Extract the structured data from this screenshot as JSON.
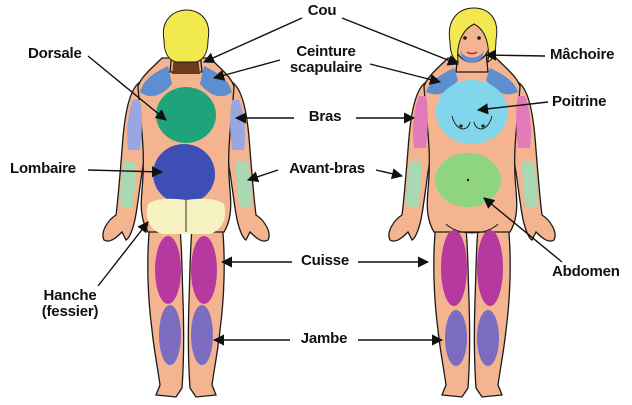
{
  "colors": {
    "skin": "#f3b48f",
    "hair": "#f2e84f",
    "cou": "#6b3b1e",
    "ceinture": "#5d8fd0",
    "dorsale": "#1ea37a",
    "lombaire": "#3d4fb5",
    "bras": "#9aa6df",
    "bras_front": "#e27ab9",
    "avant_bras": "#a9d8b3",
    "hanche": "#f6f2c2",
    "cuisse": "#b6399f",
    "jambe": "#7c6cc0",
    "poitrine": "#82d6ec",
    "abdomen": "#8fd47e",
    "machoire": "#5d8fd0"
  },
  "labels": {
    "cou": "Cou",
    "dorsale": "Dorsale",
    "ceinture_line1": "Ceinture",
    "ceinture_line2": "scapulaire",
    "machoire": "Mâchoire",
    "bras": "Bras",
    "poitrine": "Poitrine",
    "lombaire": "Lombaire",
    "avant_bras": "Avant-bras",
    "cuisse": "Cuisse",
    "abdomen": "Abdomen",
    "hanche_line1": "Hanche",
    "hanche_line2": "(fessier)",
    "jambe": "Jambe"
  }
}
